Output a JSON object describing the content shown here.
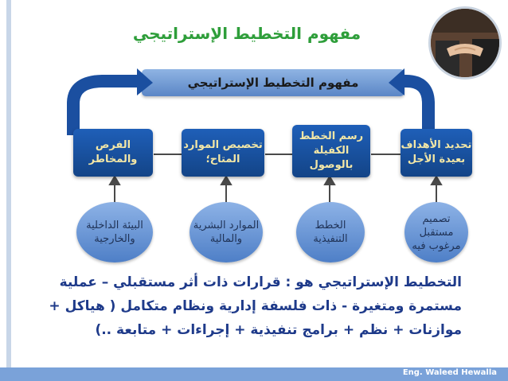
{
  "title": "مفهوم التخطيط الإستراتيجي",
  "concept": "مفهوم التخطيط الإستراتيجي",
  "boxes": [
    {
      "text": "تحديد الأهداف بعيدة الأجل"
    },
    {
      "text": "رسم الخطط الكفيلة بالوصول"
    },
    {
      "text": "تخصيص الموارد المتاح؛"
    },
    {
      "text": "الفرص والمخاطر"
    }
  ],
  "ovals": [
    {
      "text": "تصميم مستقبل مرغوب فيه"
    },
    {
      "text": "الخطط التنفيذية"
    },
    {
      "text": "الموارد البشرية والمالية"
    },
    {
      "text": "البيئة الداخلية والخارجية"
    }
  ],
  "definition": [
    "التخطيط الإستراتيجي هو : قرارات ذات أثر مستقبلي – عملية",
    "مستمرة ومتغيرة - ذات فلسفة إدارية ونظام متكامل ( هياكل +",
    "موازنات + نظم + برامج تنفيذية + إجراءات + متابعة ..)"
  ],
  "footer": "Eng. Waleed Hewalla",
  "icons": [
    "handshake-photo",
    "curved-arrow-left",
    "curved-arrow-right",
    "up-arrow"
  ],
  "colors": {
    "title": "#2e9e3a",
    "box_fill": "#1f5fb8",
    "box_text": "#f3e7a6",
    "oval_fill": "#6e97d6",
    "definition_text": "#1e3a8a",
    "footer_bar": "#7aa2d9"
  }
}
